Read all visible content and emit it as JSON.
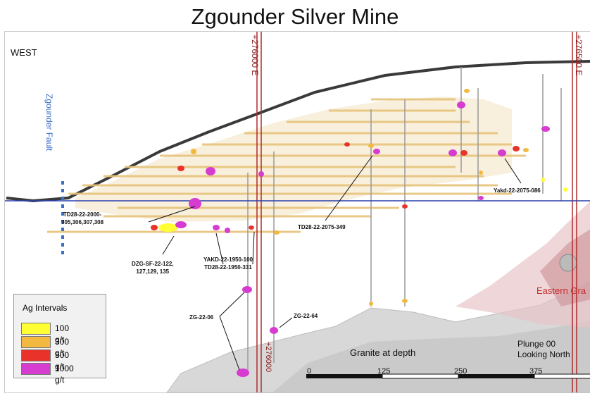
{
  "title": "Zgounder Silver Mine",
  "labels": {
    "west": "WEST",
    "fault": "Zgounder Fault",
    "easting_1": "+276000 E",
    "easting_2": "+276500 E",
    "easting_3": "+276000",
    "eastern_granite": "Eastern Gra",
    "granite_depth": "Granite at depth",
    "plunge_line1": "Plunge 00",
    "plunge_line2": "Looking North"
  },
  "drillholes": {
    "td28_2000_a": "TD28-22-2000-",
    "td28_2000_b": "305,306,307,308",
    "dzg_a": "DZG-SF-22-122,",
    "dzg_b": "127,129,  135",
    "yakd_1950": "YAKD-22-1950-100",
    "td28_1950": "TD28-22-1950-331",
    "td28_2075": "TD28-22-2075-349",
    "yakd_2075": "Yakd-22-2075-086",
    "zg06": "ZG-22-06",
    "zg64": "ZG-22-64"
  },
  "scale": {
    "ticks": [
      "0",
      "125",
      "250",
      "375"
    ]
  },
  "legend": {
    "title": "Ag Intervals",
    "items": [
      {
        "label": "100 g/t",
        "color": "#ffff33"
      },
      {
        "label": "300 g/t",
        "color": "#f2b840"
      },
      {
        "label": "500 g/t",
        "color": "#e8322a"
      },
      {
        "label": "1000 g/t",
        "color": "#d63ccf"
      }
    ]
  },
  "colors": {
    "easting_line": "#b02a2a",
    "fault_line": "#3d6fc7",
    "horizon_line": "#2b3fae",
    "veins": "#e6c37a",
    "topography": "#3a3a3a"
  }
}
